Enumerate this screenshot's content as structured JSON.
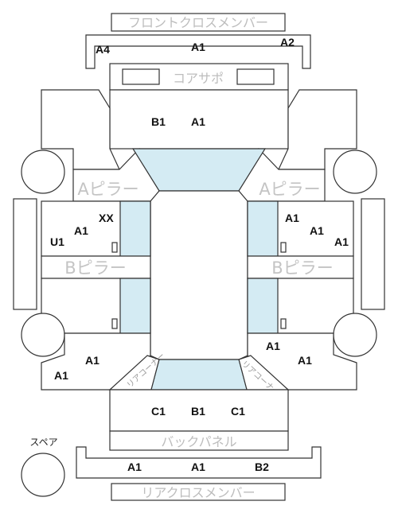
{
  "colors": {
    "glass": "#d4ebf3",
    "line": "#333333",
    "label": "#bdbdbd"
  },
  "parts": {
    "front_cross_member": "フロントクロスメンバー",
    "core_support": "コアサポ",
    "a_pillar_left": "Aピラー",
    "a_pillar_right": "Aピラー",
    "b_pillar_left": "Bピラー",
    "b_pillar_right": "Bピラー",
    "back_panel": "バックパネル",
    "rear_cross_member": "リアクロスメンバー",
    "spare": "スペア",
    "rear_corner_left": "リアコーナー",
    "rear_corner_right": "リアコーナー"
  },
  "grades": {
    "front_cross_left": "A4",
    "front_cross_center": "A1",
    "front_cross_right": "A2",
    "hood_1": "B1",
    "hood_2": "A1",
    "front_door_left_xx": "XX",
    "front_door_left_a1": "A1",
    "front_door_left_u1": "U1",
    "front_door_right_1": "A1",
    "front_door_right_2": "A1",
    "front_door_right_3": "A1",
    "rear_door_left_1": "A1",
    "rear_door_left_2": "A1",
    "rear_door_right_1": "A1",
    "rear_door_right_2": "A1",
    "trunk_1": "C1",
    "trunk_2": "B1",
    "trunk_3": "C1",
    "rear_cross_1": "A1",
    "rear_cross_2": "A1",
    "rear_cross_3": "B2"
  }
}
